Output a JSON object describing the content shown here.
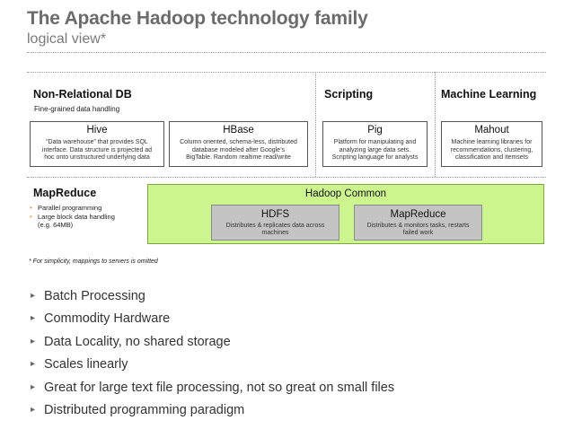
{
  "header": {
    "title": "The Apache Hadoop technology family",
    "subtitle": "logical view*"
  },
  "sections": {
    "nonrel": {
      "title": "Non-Relational DB",
      "subtitle": "Fine-grained data handling"
    },
    "scripting": {
      "title": "Scripting"
    },
    "ml": {
      "title": "Machine Learning"
    },
    "mapreduce": {
      "title": "MapReduce",
      "items": [
        "Parallel programming",
        "Large block data handling",
        "(e.g. 64MB)"
      ]
    }
  },
  "boxes": {
    "hive": {
      "title": "Hive",
      "lines": [
        "“Data warehouse” that provides SQL",
        "interface. Data structure is projected ad",
        "hoc onto unstructured underlying data"
      ]
    },
    "hbase": {
      "title": "HBase",
      "lines": [
        "Column oriented, schema-less, distributed",
        "database modeled after Google’s",
        "BigTable. Random realtime read/write"
      ]
    },
    "pig": {
      "title": "Pig",
      "lines": [
        "Platform for manipulating and",
        "analyzing large data sets.",
        "Scripting language for analysts"
      ]
    },
    "mahout": {
      "title": "Mahout",
      "lines": [
        "Machine learning libraries for",
        "recommendations, clustering,",
        "classification and itemsets"
      ]
    }
  },
  "common": {
    "title": "Hadoop Common",
    "hdfs": {
      "title": "HDFS",
      "lines": [
        "Distributes & replicates data across",
        "machines"
      ]
    },
    "mapreduce": {
      "title": "MapReduce",
      "lines": [
        "Distributes & monitors tasks, restarts",
        "failed work"
      ]
    }
  },
  "footnote": "* For simplicity, mappings to servers is omitted",
  "bullets": [
    "Batch Processing",
    "Commodity Hardware",
    "Data Locality, no shared storage",
    "Scales linearly",
    "Great for large text file processing, not so great on small files",
    "Distributed programming paradigm"
  ],
  "colors": {
    "common_fill": "#ccf58d",
    "component_fill": "#c4c4c4",
    "bullet_dot": "#e8a33a",
    "title": "#6b6b6b"
  }
}
